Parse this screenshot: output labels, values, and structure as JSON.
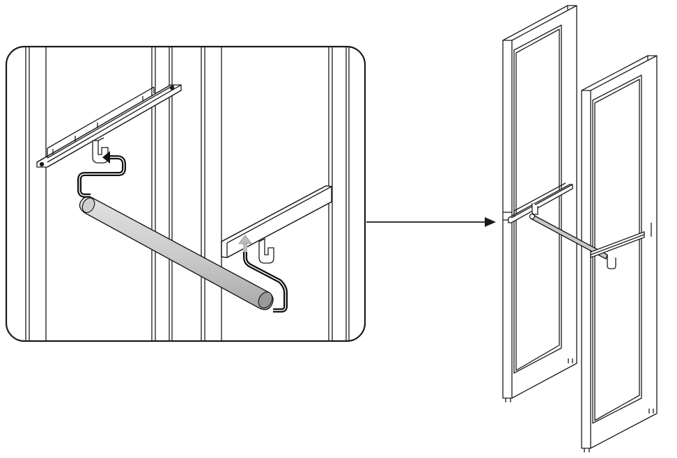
{
  "figure": {
    "type": "assembly-instruction",
    "panels": [
      "detail-inset",
      "overview-frames"
    ],
    "text_labels": [],
    "colors": {
      "line": "#1a1a1a",
      "rod": "#cfcfcf",
      "rod_dark": "#9a9a9a",
      "bracket": "#d8d8d8",
      "motion_arrow_dark": "#111111",
      "motion_arrow_light": "#bdbdbd",
      "background": "#ffffff"
    },
    "icons": [
      "motion-arrow-black",
      "motion-arrow-grey",
      "pointer-arrow"
    ]
  }
}
